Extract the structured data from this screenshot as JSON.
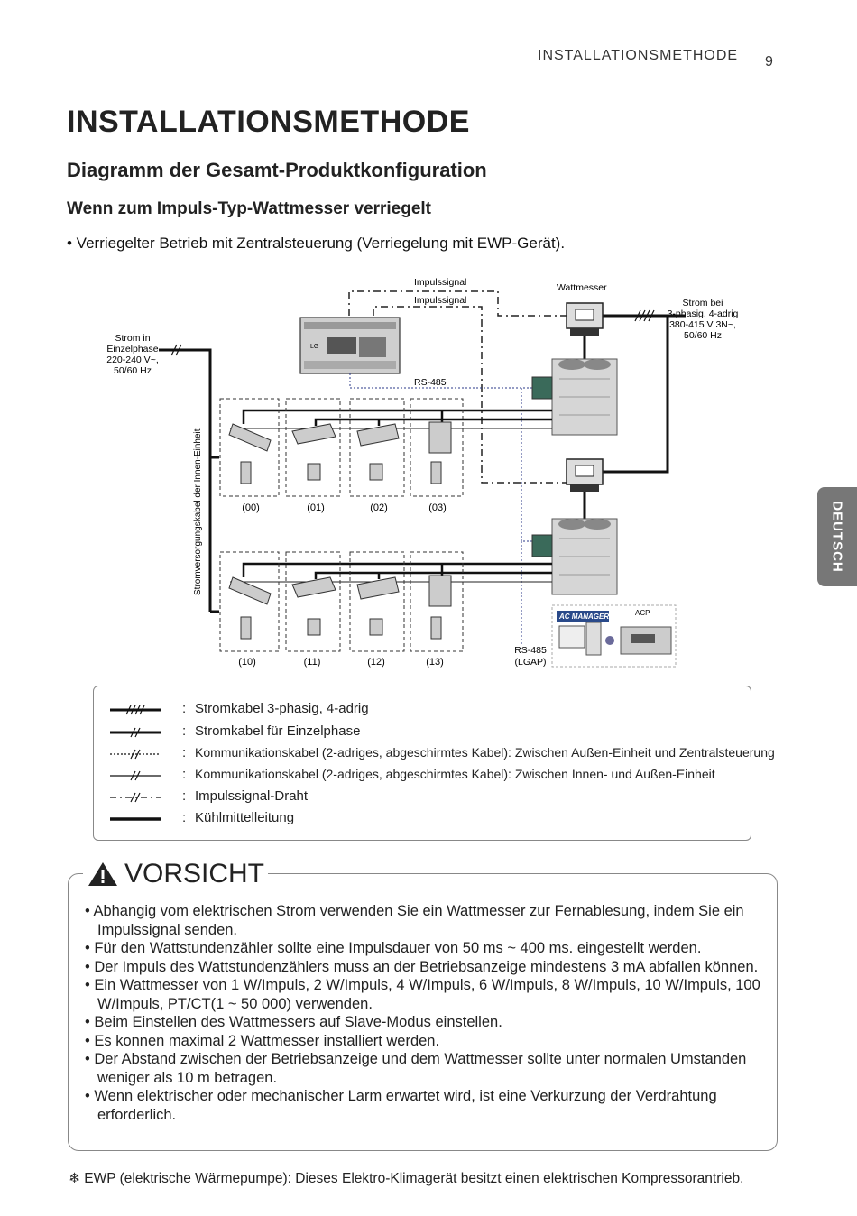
{
  "header": {
    "section": "INSTALLATIONSMETHODE",
    "page_number": "9"
  },
  "title": "INSTALLATIONSMETHODE",
  "subtitle": "Diagramm der Gesamt-Produktkonfiguration",
  "subsubtitle": "Wenn zum Impuls-Typ-Wattmesser verriegelt",
  "intro_bullet": "• Verriegelter Betrieb mit Zentralsteuerung (Verriegelung mit EWP-Gerät).",
  "side_tab": "DEUTSCH",
  "diagram": {
    "impulssignal_1": "Impulssignal",
    "impulssignal_2": "Impulssignal",
    "wattmesser": "Wattmesser",
    "strom_in_lines": [
      "Strom in",
      "Einzelphase",
      "220-240 V~,",
      "50/60 Hz"
    ],
    "strom_bei_lines": [
      "Strom bei",
      "3-phasig, 4-adrig",
      "380-415 V 3N~,",
      "50/60 Hz"
    ],
    "rs485": "RS-485",
    "vertical_cable": "Stromversorgungskabel der Innen-Einheit",
    "units_top": [
      "(00)",
      "(01)",
      "(02)",
      "(03)"
    ],
    "units_bottom": [
      "(10)",
      "(11)",
      "(12)",
      "(13)"
    ],
    "rs485_lgap_lines": [
      "RS-485",
      "(LGAP)"
    ],
    "ac_manager": "AC MANAGER",
    "acp": "ACP",
    "controller_brand": "LG"
  },
  "legend": [
    {
      "symbol": "////",
      "text": "Stromkabel 3-phasig, 4-adrig"
    },
    {
      "symbol": "//",
      "text": "Stromkabel für Einzelphase"
    },
    {
      "symbol": "dotted //",
      "text": "Kommunikationskabel (2-adriges, abgeschirmtes Kabel): Zwischen Außen-Einheit und Zentralsteuerung"
    },
    {
      "symbol": "thin //",
      "text": "Kommunikationskabel (2-adriges, abgeschirmtes Kabel): Zwischen Innen- und Außen-Einheit"
    },
    {
      "symbol": "dash-dot //",
      "text": "Impulssignal-Draht"
    },
    {
      "symbol": "thick",
      "text": "Kühlmittelleitung"
    }
  ],
  "legend_colon": ":",
  "caution": {
    "title": "VORSICHT",
    "items": [
      "• Abhangig vom elektrischen Strom verwenden Sie ein Wattmesser zur Fernablesung, indem Sie ein Impulssignal senden.",
      "• Für den Wattstundenzähler sollte eine Impulsdauer von 50 ms ~ 400 ms. eingestellt werden.",
      "• Der Impuls des Wattstundenzählers muss an der Betriebsanzeige mindestens 3 mA abfallen können.",
      "• Ein Wattmesser von 1 W/Impuls, 2 W/Impuls, 4 W/Impuls, 6 W/Impuls, 8 W/Impuls, 10 W/Impuls, 100 W/Impuls, PT/CT(1 ~ 50 000) verwenden.",
      "• Beim Einstellen des Wattmessers auf Slave-Modus einstellen.",
      "• Es konnen maximal 2 Wattmesser installiert werden.",
      "• Der Abstand zwischen der Betriebsanzeige und dem Wattmesser sollte unter normalen Umstanden weniger als 10 m betragen.",
      "• Wenn elektrischer oder mechanischer Larm erwartet wird, ist eine Verkurzung der Verdrahtung erforderlich."
    ]
  },
  "footnote": "❄ EWP (elektrische Wärmepumpe): Dieses Elektro-Klimagerät besitzt einen elektrischen Kompressorantrieb."
}
